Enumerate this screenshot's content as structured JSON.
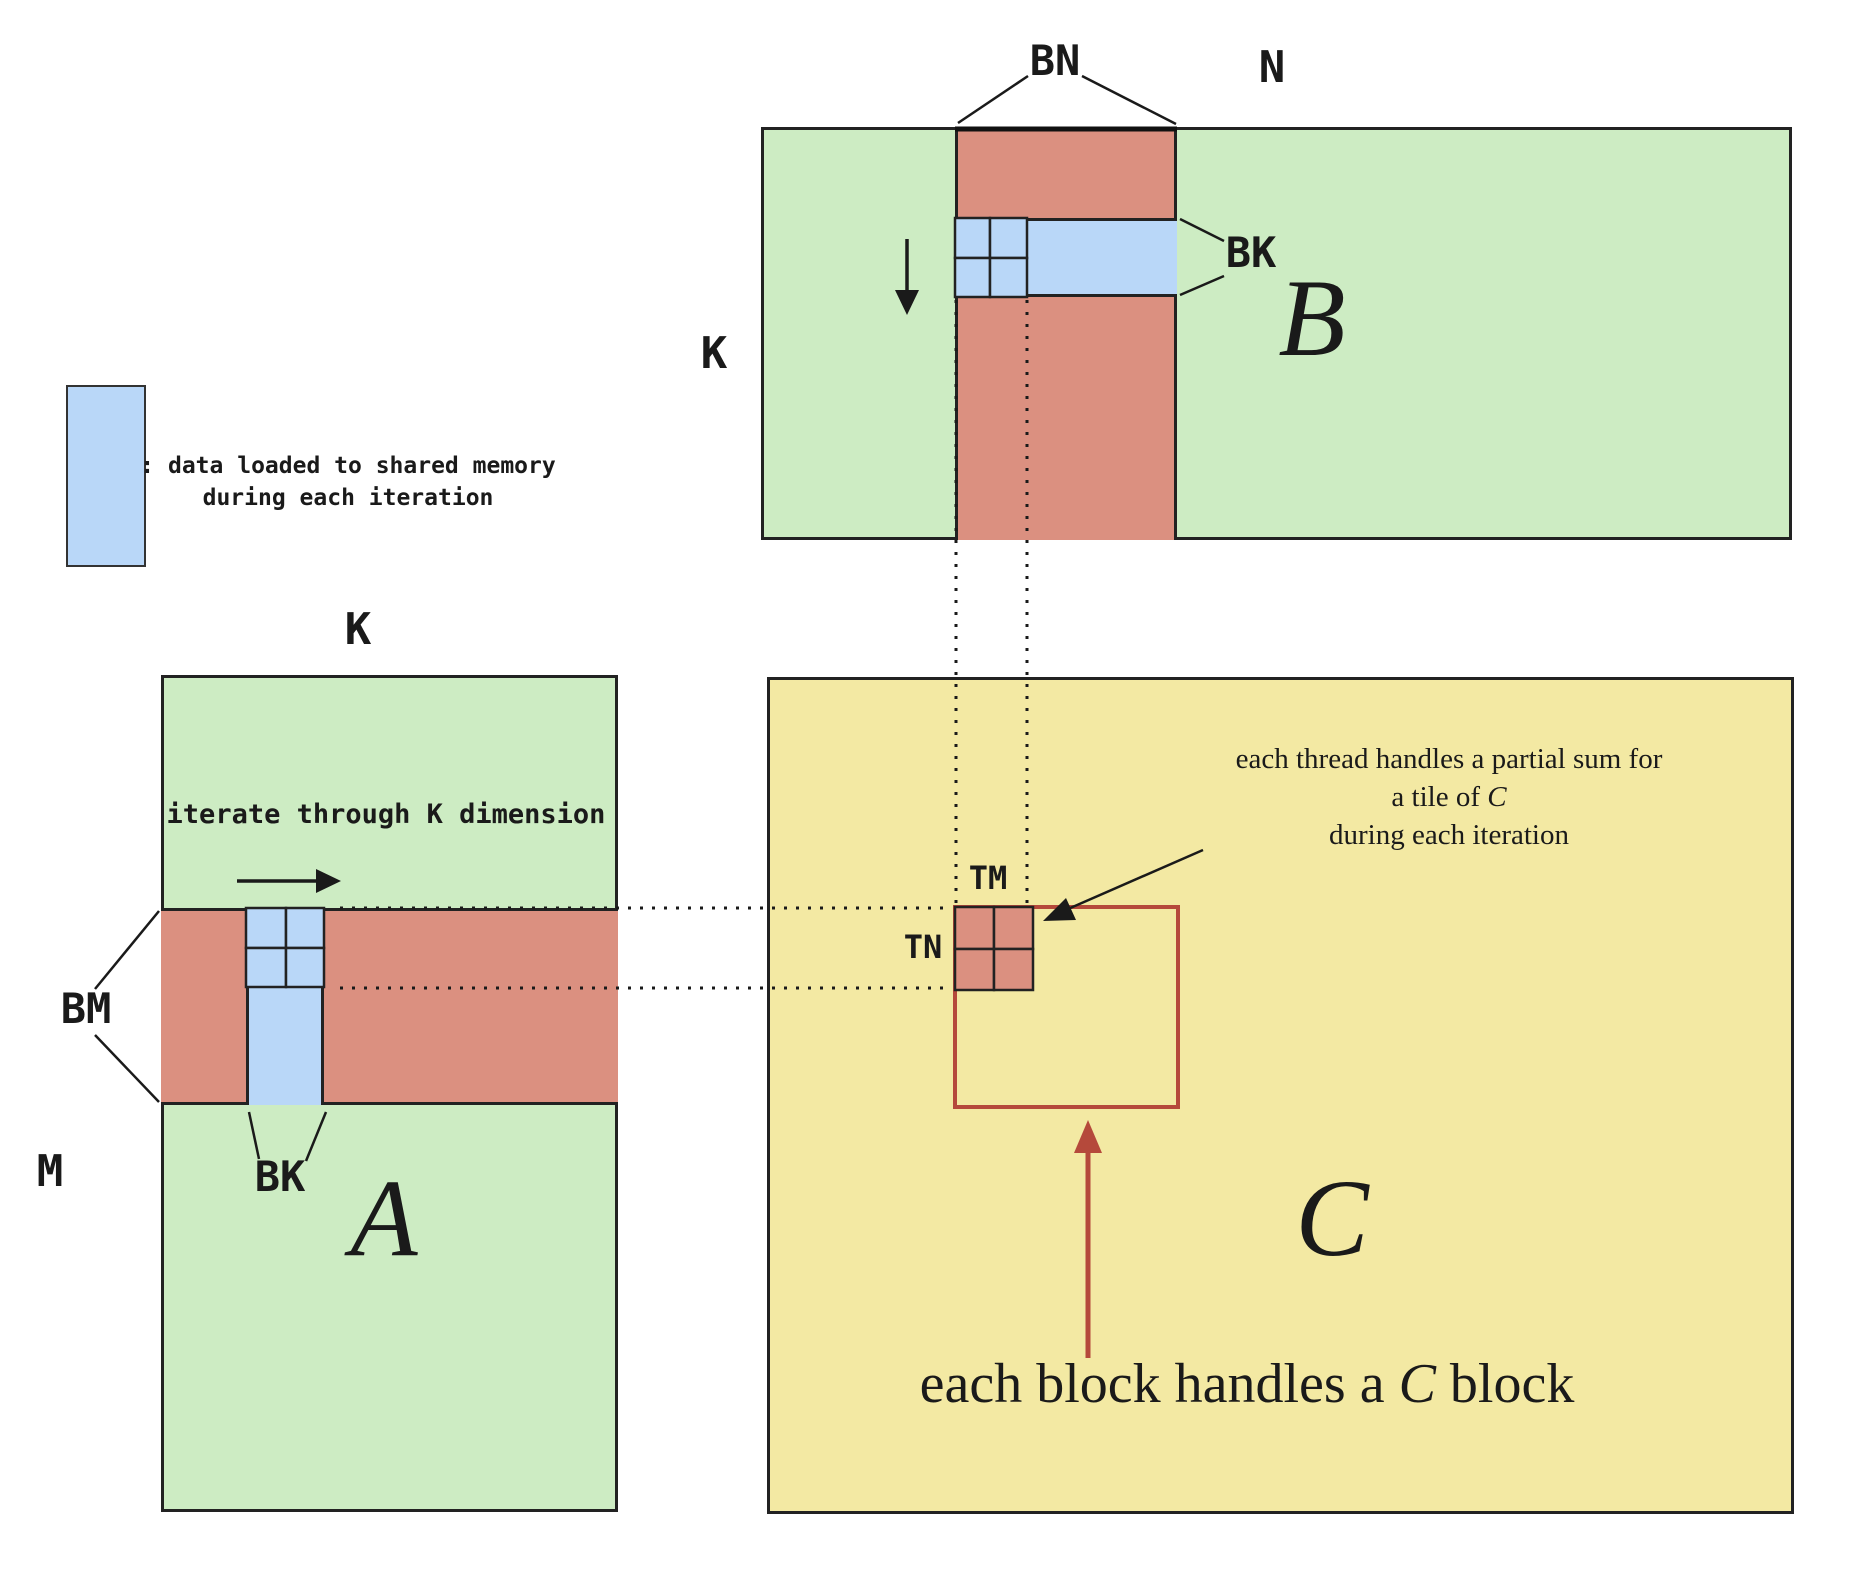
{
  "colors": {
    "green": "#cdecc3",
    "salmon": "#db9080",
    "blue": "#b9d7f8",
    "yellow": "#f3e9a3",
    "stroke": "#222222",
    "accent": "#b5493b",
    "text": "#1a1a1a"
  },
  "legend": {
    "line1": ": data loaded to shared memory",
    "line2": "during each iteration"
  },
  "matrix_b": {
    "letter": "B",
    "label_n": "N",
    "label_k": "K",
    "label_bn": "BN",
    "label_bk": "BK"
  },
  "matrix_a": {
    "letter": "A",
    "label_k": "K",
    "label_m": "M",
    "label_bm": "BM",
    "label_bk": "BK",
    "iterate_note": "iterate through K dimension"
  },
  "matrix_c": {
    "letter": "C",
    "label_tm": "TM",
    "label_tn": "TN",
    "thread_note_line1": "each thread handles a partial sum for",
    "thread_note_line2_prefix": "a tile of ",
    "thread_note_line2_var": "C",
    "thread_note_line3": "during each iteration",
    "block_note_prefix": "each block handles a ",
    "block_note_var": "C",
    "block_note_suffix": " block"
  }
}
